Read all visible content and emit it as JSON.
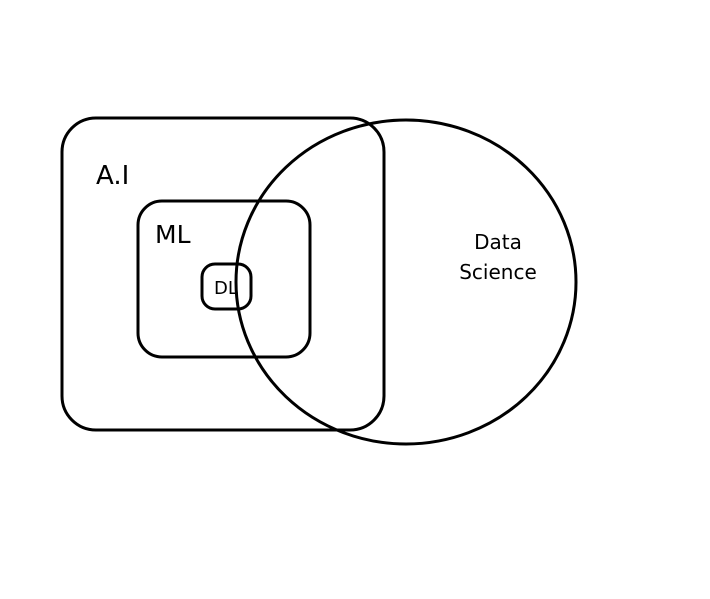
{
  "diagram": {
    "labels": {
      "ai": "A.I",
      "ml": "ML",
      "dl": "DL",
      "data_science_line1": "Data",
      "data_science_line2": "Science"
    },
    "stroke_color": "#000000",
    "background_color": "#ffffff"
  }
}
